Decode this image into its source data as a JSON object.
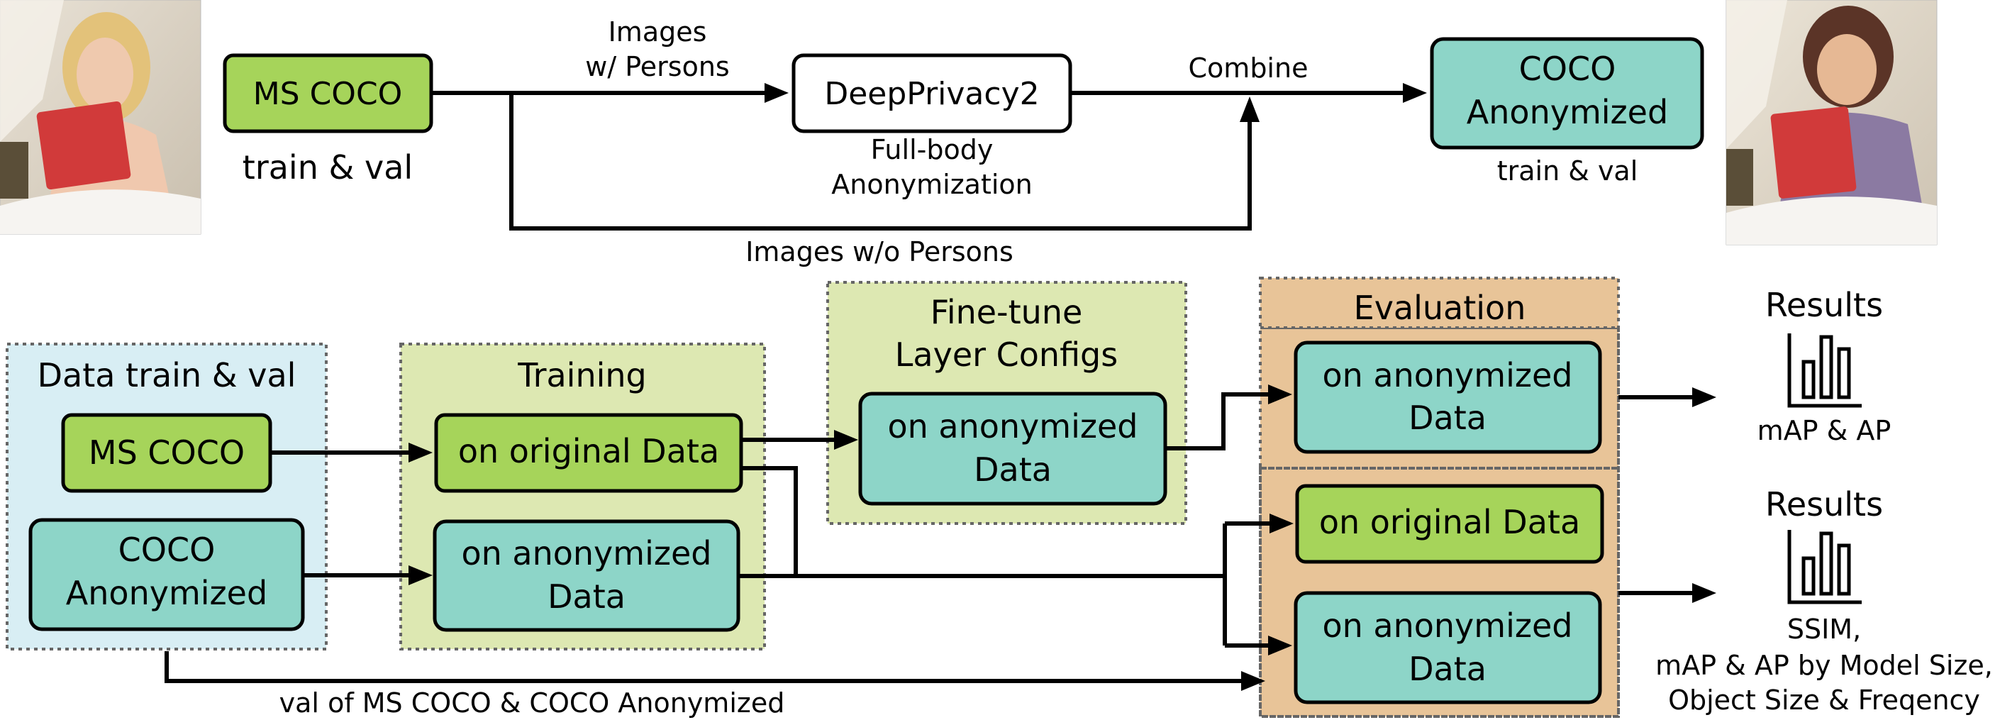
{
  "top": {
    "ms_coco": "MS COCO",
    "train_val_left": "train & val",
    "images_w_persons_1": "Images",
    "images_w_persons_2": "w/ Persons",
    "deepprivacy": "DeepPrivacy2",
    "full_body_1": "Full-body",
    "full_body_2": "Anonymization",
    "combine": "Combine",
    "coco_anon_1": "COCO",
    "coco_anon_2": "Anonymized",
    "train_val_right": "train & val",
    "images_wo_persons": "Images w/o Persons"
  },
  "data_group": {
    "title": "Data train & val",
    "ms_coco": "MS COCO",
    "coco_anon_1": "COCO",
    "coco_anon_2": "Anonymized",
    "val_label": "val of MS COCO & COCO Anonymized"
  },
  "training": {
    "title": "Training",
    "original": "on original Data",
    "anon_1": "on anonymized",
    "anon_2": "Data"
  },
  "finetune": {
    "title_1": "Fine-tune",
    "title_2": "Layer Configs",
    "anon_1": "on anonymized",
    "anon_2": "Data"
  },
  "evaluation": {
    "title": "Evaluation",
    "anon_top_1": "on anonymized",
    "anon_top_2": "Data",
    "original": "on original Data",
    "anon_bottom_1": "on anonymized",
    "anon_bottom_2": "Data"
  },
  "results_top": {
    "title": "Results",
    "metric": "mAP & AP"
  },
  "results_bottom": {
    "title": "Results",
    "metric_1": "SSIM,",
    "metric_2": "mAP & AP by Model Size,",
    "metric_3": "Object Size & Freqency"
  },
  "colors": {
    "green_box": "#a6d45a",
    "teal_box": "#8dd5c8",
    "data_group_bg": "#d8eef4",
    "training_group_bg": "#dde8b2",
    "evaluation_group_bg": "#e8c498"
  }
}
